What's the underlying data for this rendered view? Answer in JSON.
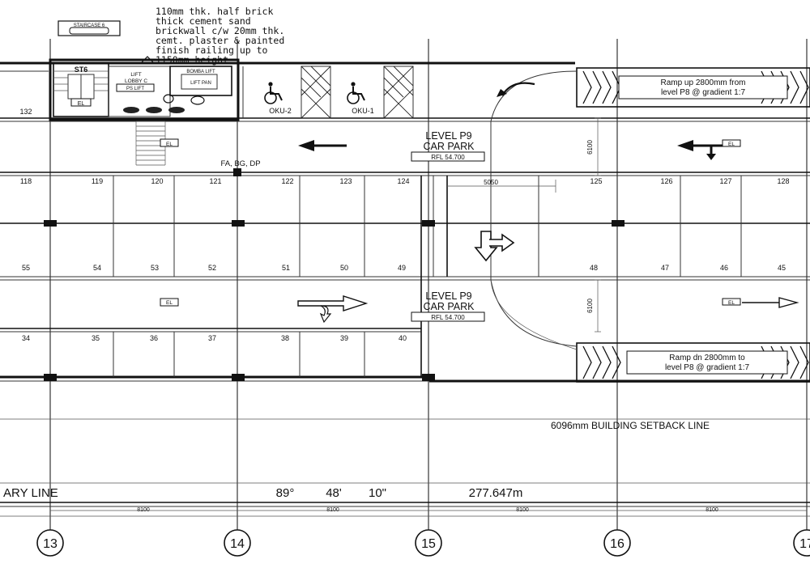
{
  "notes": {
    "wall_note": [
      "110mm thk. half brick",
      "thick cement sand",
      "brickwall c/w 20mm thk.",
      "cemt. plaster & painted",
      "finish railing up to",
      "1150mm height"
    ],
    "staircase_tag": "STAIRCASE 6"
  },
  "core": {
    "stair_label": "ST6",
    "lift_lobby": [
      "LIFT",
      "LOBBY C"
    ],
    "lift_tag": "PS LIFT",
    "bomba_lift": [
      "BOMBA LIFT",
      "LIFT PAN"
    ],
    "el_tag": "EL",
    "bay_left": "132"
  },
  "oku": {
    "oku2": "OKU-2",
    "oku1": "OKU-1"
  },
  "ramps": {
    "top": [
      "Ramp up 2800mm from",
      "level P8 @ gradient 1:7"
    ],
    "bottom": [
      "Ramp dn 2800mm to",
      "level P8 @ gradient 1:7"
    ]
  },
  "level_labels": {
    "upper": {
      "line1": "LEVEL P9",
      "line2": "CAR PARK",
      "rl": "RFL 54.700"
    },
    "lower": {
      "line1": "LEVEL P9",
      "line2": "CAR PARK",
      "rl": "RFL 54.700"
    }
  },
  "fire_services": "FA, BG, DP",
  "el_tags": [
    "EL",
    "EL",
    "EL",
    "EL"
  ],
  "dimensions": {
    "aisle_top": "6100",
    "aisle_bottom": "6100",
    "ramp_width": "5050",
    "grid_spacing": [
      "8100",
      "8100",
      "8100",
      "8100"
    ]
  },
  "bays": {
    "row_a": [
      "118",
      "119",
      "120",
      "121",
      "122",
      "123",
      "124",
      "125",
      "126",
      "127",
      "128"
    ],
    "row_b": [
      "55",
      "54",
      "53",
      "52",
      "51",
      "50",
      "49",
      "48",
      "47",
      "46",
      "45"
    ],
    "row_c": [
      "34",
      "35",
      "36",
      "37",
      "38",
      "39",
      "40"
    ]
  },
  "setback_line": "6096mm BUILDING SETBACK LINE",
  "boundary": {
    "label": "ARY LINE",
    "bearing_deg": "89°",
    "bearing_min": "48'",
    "bearing_sec": "10\"",
    "length": "277.647m"
  },
  "grid_markers": [
    "13",
    "14",
    "15",
    "16",
    "17"
  ]
}
